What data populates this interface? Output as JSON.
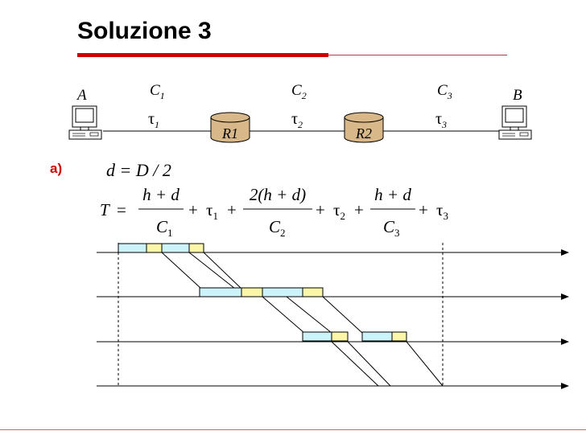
{
  "title": "Soluzione 3",
  "part_label": "a)",
  "network": {
    "host_a": "A",
    "host_b": "B",
    "routers": [
      {
        "label": "R1",
        "color": "#d8b888"
      },
      {
        "label": "R2",
        "color": "#d8b888"
      }
    ],
    "links": [
      {
        "capacity": "C",
        "cap_sub": "1",
        "delay": "τ",
        "delay_sub": "1"
      },
      {
        "capacity": "C",
        "cap_sub": "2",
        "delay": "τ",
        "delay_sub": "2"
      },
      {
        "capacity": "C",
        "cap_sub": "3",
        "delay": "τ",
        "delay_sub": "3"
      }
    ]
  },
  "equations": {
    "eq1": "d = D / 2",
    "T": "T",
    "eq": "=",
    "plus": "+",
    "tau": "τ",
    "f1_num": "h + d",
    "f2_num": "2(h + d)",
    "f3_num": "h + d",
    "C": "C",
    "sub1": "1",
    "sub2": "2",
    "sub3": "3"
  },
  "colors": {
    "header_packet": "#ccf2fa",
    "data_packet": "#fcf7a8",
    "accent_red": "#cc0000"
  }
}
